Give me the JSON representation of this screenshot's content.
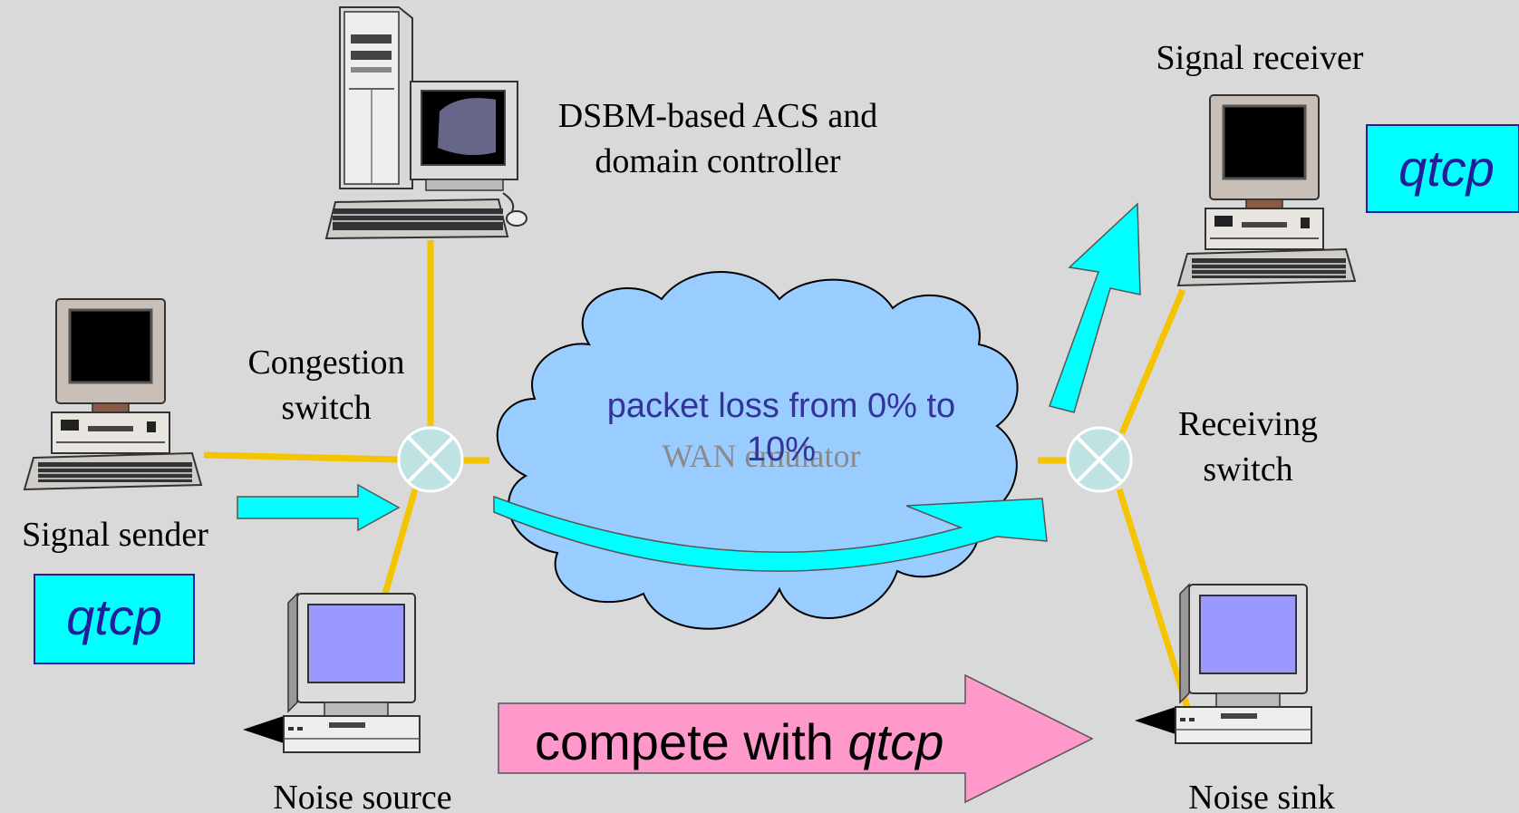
{
  "labels": {
    "acs_line1": "DSBM-based ACS and",
    "acs_line2": "domain controller",
    "signal_receiver": "Signal receiver",
    "congestion_line1": "Congestion",
    "congestion_line2": "switch",
    "receiving_line1": "Receiving",
    "receiving_line2": "switch",
    "signal_sender": "Signal sender",
    "noise_source": "Noise source",
    "noise_sink": "Noise sink",
    "wan_emulator": "WAN emulator",
    "packet_loss_line1": "packet loss from 0% to",
    "packet_loss_line2": "10%",
    "qtcp_sender": "qtcp",
    "qtcp_receiver": "qtcp",
    "compete_prefix": "compete with ",
    "compete_em": "qtcp"
  },
  "icons": {
    "server": "tower-server-with-monitor-icon",
    "sender_pc": "desktop-computer-icon",
    "receiver_pc": "desktop-computer-icon",
    "noise_source_pc": "desktop-computer-icon",
    "noise_sink_pc": "desktop-computer-icon",
    "congestion_switch": "switch-icon",
    "receiving_switch": "switch-icon",
    "wan_cloud": "cloud-icon"
  },
  "colors": {
    "background": "#d9d9d9",
    "link": "#f5c400",
    "cloud": "#99ccff",
    "flow_arrow": "#00ffff",
    "qtcp_box": "#00ffff",
    "compete_arrow": "#ff99cc",
    "switch": "#bfe3e3"
  }
}
